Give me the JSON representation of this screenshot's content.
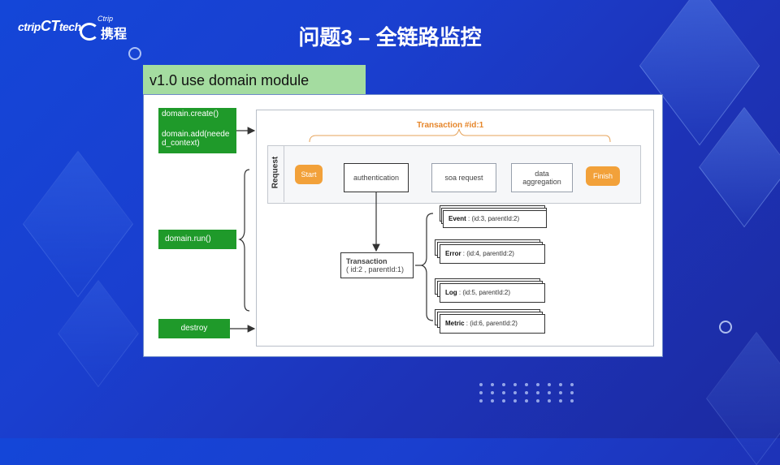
{
  "header": {
    "logo_ctrip_tech_a": "ctrip",
    "logo_ctrip_tech_b": "CT",
    "logo_ctrip_tech_c": "tech",
    "logo_ctrip_sub": "Ctrip",
    "logo_ctrip_main": "携程",
    "title": "问题3 – 全链路监控"
  },
  "label": "v1.0 use domain module",
  "diagram": {
    "left_buttons": {
      "create": "domain.create()",
      "add": "domain.add(needed_context)",
      "run": "domain.run()",
      "destroy": "destroy"
    },
    "request_label": "Request",
    "transaction_top": "Transaction #id:1",
    "steps": {
      "start": "Start",
      "authentication": "authentication",
      "soa": "soa request",
      "data": "data aggregation",
      "finish": "Finish"
    },
    "transaction_child": {
      "line1": "Transaction",
      "line2": "( id:2 , parentId:1)"
    },
    "cards": [
      {
        "name": "Event",
        "text": " : (id:3, parentId:2)"
      },
      {
        "name": "Error",
        "text": " : (id:4, parentId:2)"
      },
      {
        "name": "Log",
        "text": " : (id:5, parentId:2)"
      },
      {
        "name": "Metric",
        "text": " : (id:6, parentId:2)"
      }
    ]
  },
  "colors": {
    "green": "#1f9a2a",
    "orange": "#f2a13a",
    "label_bg": "#a4dca0"
  }
}
